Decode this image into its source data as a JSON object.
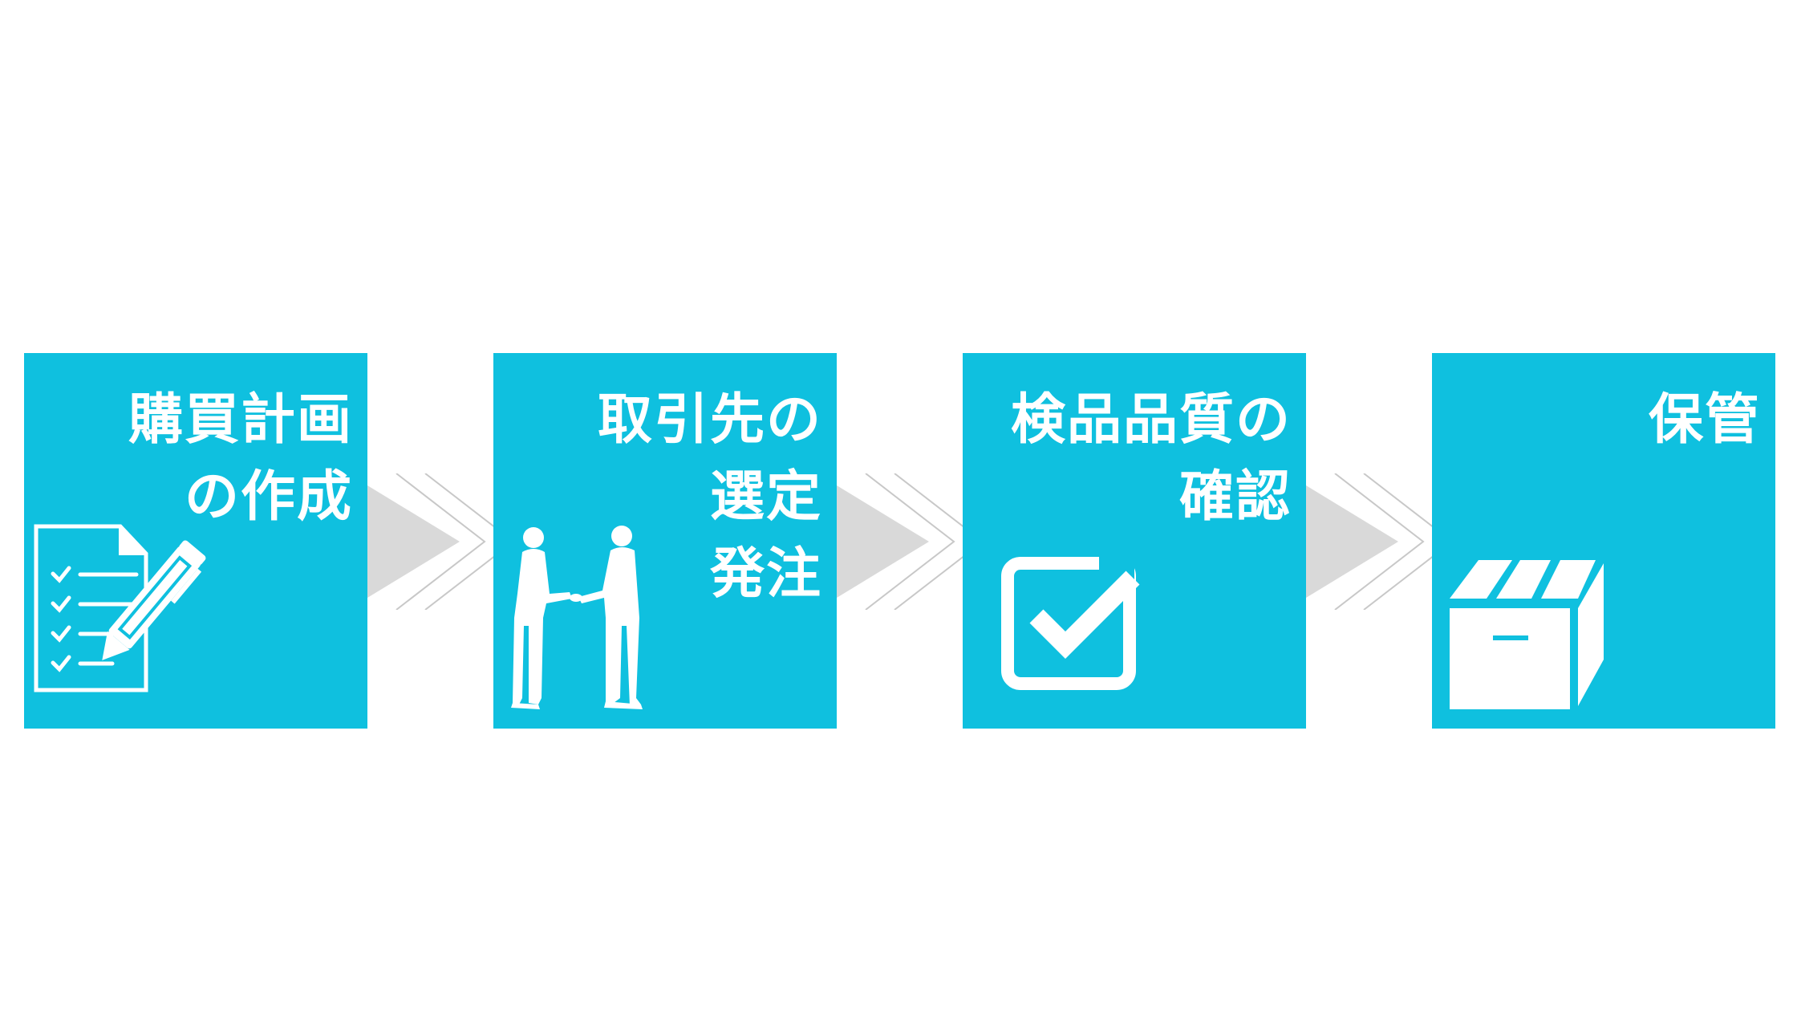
{
  "colors": {
    "box": "#0fc0df",
    "text": "#ffffff",
    "arrow_fill": "#d9d9d9",
    "arrow_outline": "#c8c8c8"
  },
  "steps": [
    {
      "lines": [
        "購買計画",
        "の作成"
      ],
      "icon": "document-pen-icon"
    },
    {
      "lines": [
        "取引先の",
        "選定",
        "発注"
      ],
      "icon": "handshake-icon"
    },
    {
      "lines": [
        "検品品質の",
        "確認"
      ],
      "icon": "checkbox-check-icon"
    },
    {
      "lines": [
        "保管"
      ],
      "icon": "box-icon"
    }
  ],
  "connector_icon": "chevron-arrow-icon"
}
